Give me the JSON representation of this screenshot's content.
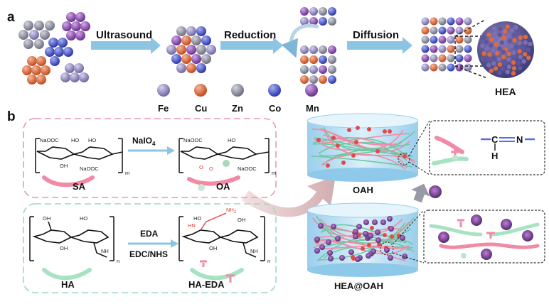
{
  "panels": {
    "a": "a",
    "b": "b"
  },
  "process": {
    "step1": "Ultrasound",
    "step2": "Reduction",
    "step3": "Diffusion",
    "product": "HEA"
  },
  "elements": [
    {
      "symbol": "Fe",
      "color": "#8a82b8"
    },
    {
      "symbol": "Cu",
      "color": "#e06a3c"
    },
    {
      "symbol": "Zn",
      "color": "#8d8f9c"
    },
    {
      "symbol": "Co",
      "color": "#4a5bd0"
    },
    {
      "symbol": "Mn",
      "color": "#8e4fb2"
    }
  ],
  "reaction1": {
    "reagent": "NaIO",
    "reagent_sub": "4",
    "start": "SA",
    "product": "OA",
    "groups": [
      "NaOOC",
      "HO",
      "HO",
      "OH",
      "NaOOC",
      "NaOOC",
      "HO",
      "O",
      "O",
      "NaOOC"
    ],
    "repeat": "m"
  },
  "reaction2": {
    "reagent1": "EDA",
    "reagent2": "EDC/NHS",
    "start": "HA",
    "product": "HA-EDA",
    "groups": [
      "OH",
      "HO",
      "OH",
      "NH",
      "HO",
      "OH",
      "HN",
      "NH",
      "OH",
      "NH"
    ],
    "amine": "NH",
    "amine_sub": "2",
    "repeat": "n"
  },
  "hydrogels": {
    "top": "OAH",
    "bottom": "HEA@OAH"
  },
  "bond": {
    "c": "C",
    "n": "N",
    "h": "H"
  }
}
